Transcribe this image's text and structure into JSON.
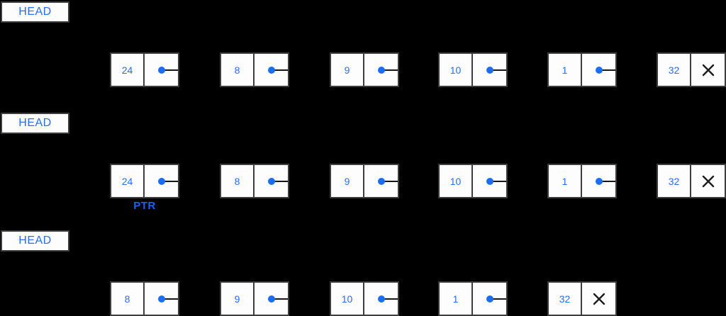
{
  "diagram_title": "singly-linked-list-deletion-steps",
  "labels": {
    "head": "HEAD",
    "ptr": "PTR",
    "null_marker": "x-icon",
    "pointer_marker": "dot-icon"
  },
  "colors": {
    "background": "#000000",
    "box_fill": "#fdfdfd",
    "box_border": "#3d3d3d",
    "accent_blue": "#2b6cf0",
    "dot_blue": "#1b6ef3",
    "line_black": "#161616"
  },
  "rows": [
    {
      "head": "HEAD",
      "nodes": [
        {
          "value": "24",
          "next": "pointer"
        },
        {
          "value": "8",
          "next": "pointer"
        },
        {
          "value": "9",
          "next": "pointer"
        },
        {
          "value": "10",
          "next": "pointer"
        },
        {
          "value": "1",
          "next": "pointer"
        },
        {
          "value": "32",
          "next": "null"
        }
      ]
    },
    {
      "head": "HEAD",
      "ptr_label": "PTR",
      "nodes": [
        {
          "value": "24",
          "next": "pointer"
        },
        {
          "value": "8",
          "next": "pointer"
        },
        {
          "value": "9",
          "next": "pointer"
        },
        {
          "value": "10",
          "next": "pointer"
        },
        {
          "value": "1",
          "next": "pointer"
        },
        {
          "value": "32",
          "next": "null"
        }
      ]
    },
    {
      "head": "HEAD",
      "nodes": [
        {
          "value": "8",
          "next": "pointer"
        },
        {
          "value": "9",
          "next": "pointer"
        },
        {
          "value": "10",
          "next": "pointer"
        },
        {
          "value": "1",
          "next": "pointer"
        },
        {
          "value": "32",
          "next": "null"
        }
      ]
    }
  ]
}
